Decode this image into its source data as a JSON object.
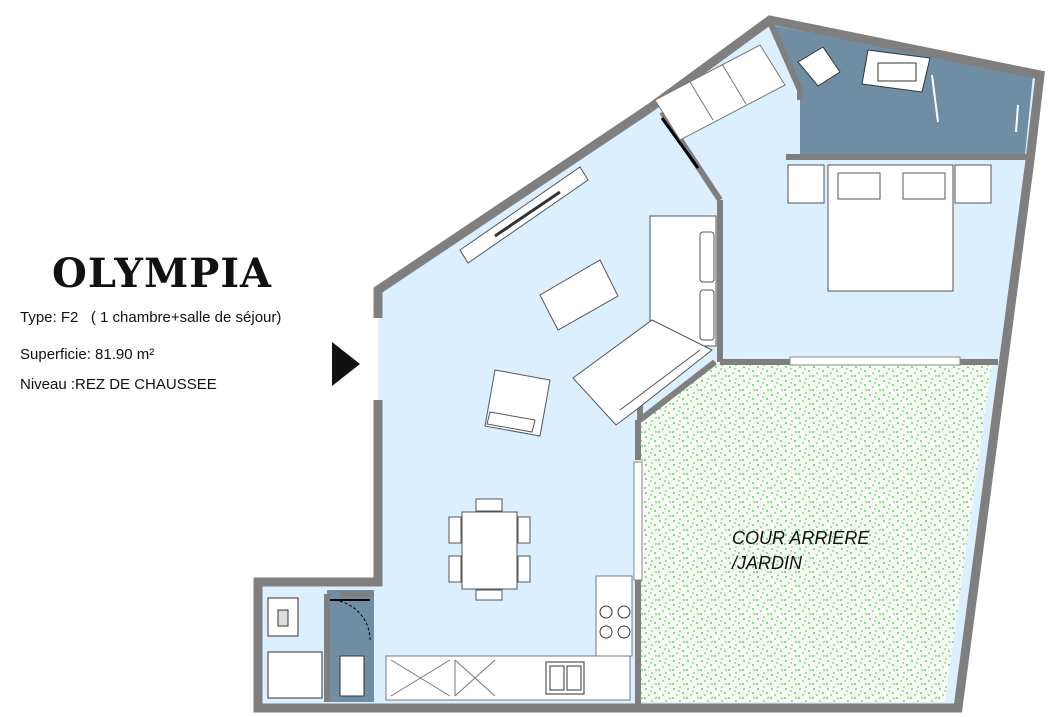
{
  "project": {
    "name": "OLYMPIA",
    "type_line": "Type: F2   ( 1 chambre+salle de séjour)",
    "area_line": "Superficie: 81.90 m²",
    "level_line": "Niveau :REZ DE CHAUSSEE"
  },
  "rooms": {
    "garden_label_line1": "COUR ARRIERE",
    "garden_label_line2": "/JARDIN"
  },
  "colors": {
    "wall": "#7f7f7f",
    "interior": "#dcefff",
    "wet_room": "#6f8ea4",
    "garden": "#f7faf4",
    "grass": "#35c435"
  },
  "icons": [
    "entrance-arrow-icon",
    "bed-icon",
    "sofa-icon",
    "tv-unit-icon",
    "dining-table-icon",
    "armchair-icon",
    "bathtub-icon",
    "sink-icon",
    "toilet-icon",
    "shower-icon",
    "cooktop-icon",
    "door-swing-icon",
    "window-icon"
  ]
}
